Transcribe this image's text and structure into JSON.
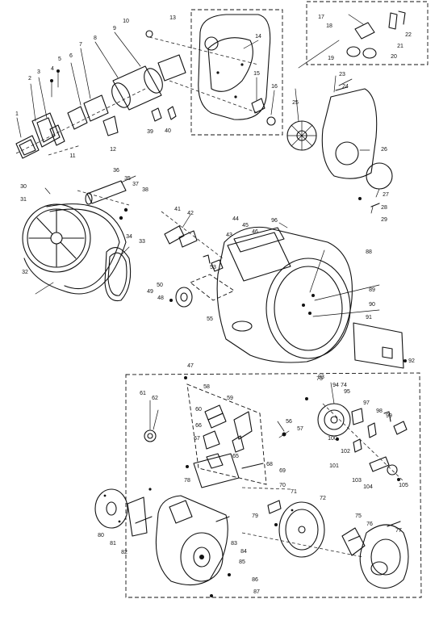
{
  "diagram": {
    "labels": [
      "1",
      "2",
      "3",
      "4",
      "5",
      "6",
      "7",
      "8",
      "9",
      "10",
      "11",
      "12",
      "13",
      "14",
      "15",
      "16",
      "17",
      "18",
      "19",
      "20",
      "21",
      "22",
      "23",
      "24",
      "25",
      "26",
      "27",
      "28",
      "29",
      "30",
      "31",
      "32",
      "33",
      "34",
      "35",
      "36",
      "37",
      "38",
      "39",
      "40",
      "41",
      "42",
      "43",
      "44",
      "45",
      "46",
      "47",
      "48",
      "49",
      "50",
      "53",
      "55",
      "56",
      "57",
      "58",
      "59",
      "60",
      "61",
      "62",
      "65",
      "66",
      "67",
      "68",
      "69",
      "70",
      "71",
      "72",
      "73",
      "74",
      "75",
      "76",
      "77",
      "78",
      "79",
      "80",
      "81",
      "82",
      "83",
      "84",
      "85",
      "86",
      "87",
      "88",
      "89",
      "90",
      "91",
      "92",
      "93",
      "94",
      "95",
      "96",
      "97",
      "98",
      "99",
      "100",
      "101",
      "102",
      "103",
      "104",
      "105"
    ]
  }
}
